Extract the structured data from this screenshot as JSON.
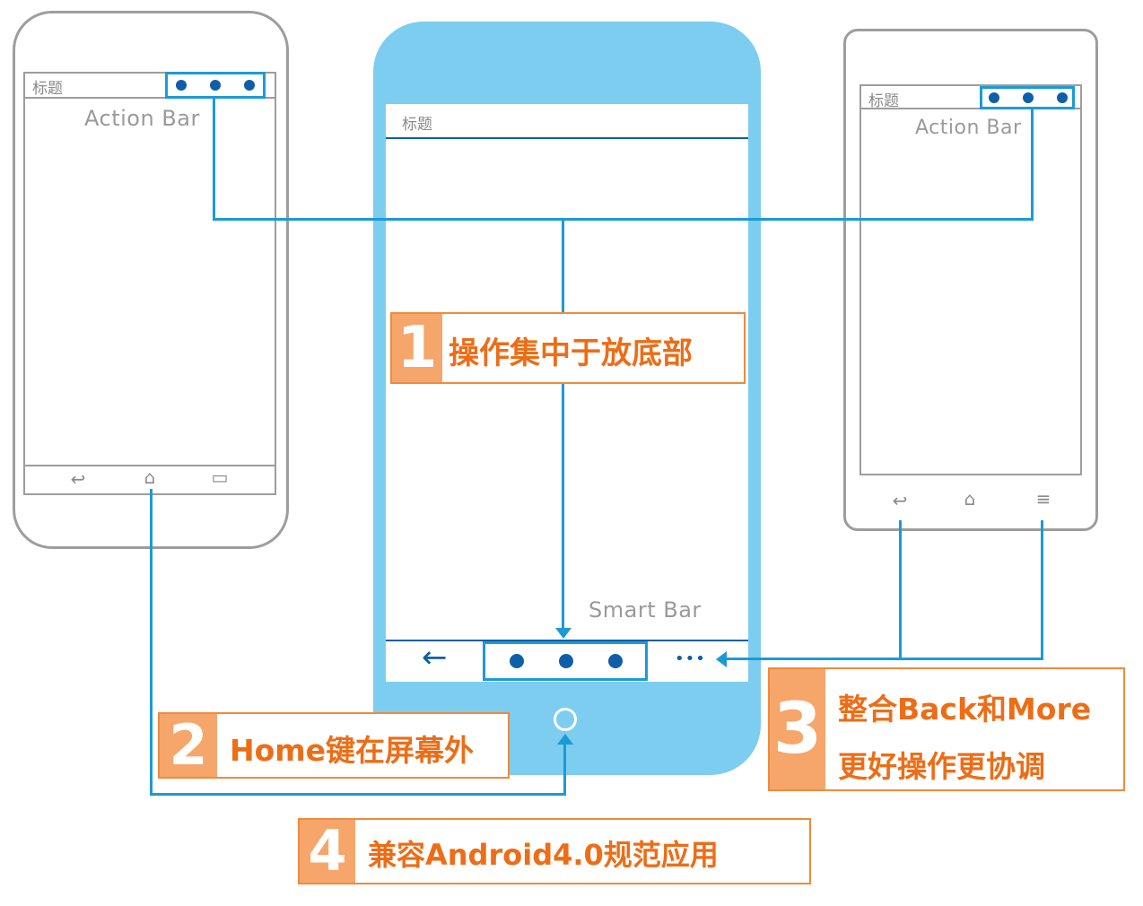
{
  "phone_left": {
    "title": "标题",
    "action_bar_label": "Action Bar",
    "nav_icons": [
      "↩",
      "⌂",
      "▭"
    ]
  },
  "phone_mid": {
    "title": "标题",
    "smart_bar_label": "Smart Bar",
    "back_icon": "←",
    "more_icon": "•••"
  },
  "phone_right": {
    "title": "标题",
    "action_bar_label": "Action Bar",
    "nav_icons": [
      "↩",
      "⌂",
      "≡"
    ]
  },
  "callouts": [
    {
      "number": "1",
      "text": "操作集中于放底部"
    },
    {
      "number": "2",
      "text": "Home键在屏幕外"
    },
    {
      "number": "3",
      "line1": "整合Back和More",
      "line2": "更好操作更协调"
    },
    {
      "number": "4",
      "text": "兼容Android4.0规范应用"
    }
  ],
  "colors": {
    "accent_blue": "#1c9ad6",
    "phone_blue": "#7dcdf0",
    "orange": "#ed6d17",
    "orange_light": "#f6a66a"
  }
}
